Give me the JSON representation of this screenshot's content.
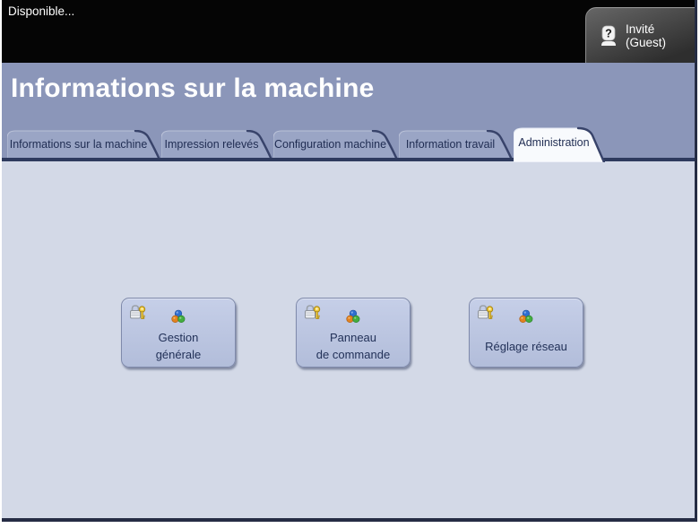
{
  "banner": {
    "status_text": "Disponible...",
    "guest_button_label": "Invité (Guest)"
  },
  "header": {
    "title": "Informations sur la machine"
  },
  "tabs": [
    {
      "label": "Informations sur la machine",
      "active": false
    },
    {
      "label": "Impression relevés",
      "active": false
    },
    {
      "label": "Configuration machine",
      "active": false
    },
    {
      "label": "Information travail",
      "active": false
    },
    {
      "label": "Administration",
      "active": true
    }
  ],
  "content": {
    "buttons": [
      {
        "line1": "Gestion",
        "line2": "générale"
      },
      {
        "line1": "Panneau",
        "line2": "de commande"
      },
      {
        "line1": "Réglage réseau",
        "line2": ""
      }
    ]
  },
  "icons": {
    "guest": "question-badge-icon",
    "lock": "lock-key-icon",
    "balls": "color-balls-icon",
    "guest_glyph": "?"
  },
  "colors": {
    "banner_bg": "#050505",
    "header_bg": "#8b96b9",
    "tab_bg": "#9aa5c5",
    "tab_text": "#1f2c52",
    "tab_active_bg": "#f8fafd",
    "tab_edge": "#38436a",
    "line": "#2e3a5e",
    "content_bg": "#d3d9e7",
    "frame_border": "#252c44",
    "button_bg_top": "#c6cfe8",
    "button_bg_bottom": "#b2bdda",
    "button_border": "#7f8aab",
    "button_text": "#223158",
    "guest_bg_top": "#666666",
    "guest_bg_bottom": "#2e2e2e",
    "ball_blue": "#2e6ed0",
    "ball_orange": "#e2821f",
    "ball_green": "#43ad3f",
    "key_gold": "#f2cc3a"
  }
}
